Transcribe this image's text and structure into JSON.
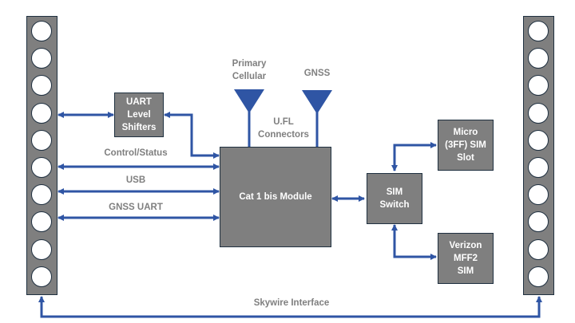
{
  "diagram": {
    "colors": {
      "connector": "#2f55a4",
      "block_fill": "#7f7f7f",
      "block_border": "#1f3040",
      "label_text": "#7f7f7f",
      "block_text": "#ffffff"
    },
    "headers": {
      "left_pin_count": 10,
      "right_pin_count": 10
    },
    "blocks": {
      "uart_level_shifters": "UART\nLevel\nShifters",
      "cat1_module": "Cat 1 bis Module",
      "sim_switch": "SIM\nSwitch",
      "micro_sim_slot": "Micro\n(3FF) SIM\nSlot",
      "verizon_sim": "Verizon\nMFF2\nSIM"
    },
    "labels": {
      "primary_cellular": "Primary\nCellular",
      "gnss_antenna": "GNSS",
      "ufl_connectors": "U.FL\nConnectors",
      "control_status": "Control/Status",
      "usb": "USB",
      "gnss_uart": "GNSS UART",
      "skywire_interface": "Skywire Interface"
    }
  }
}
